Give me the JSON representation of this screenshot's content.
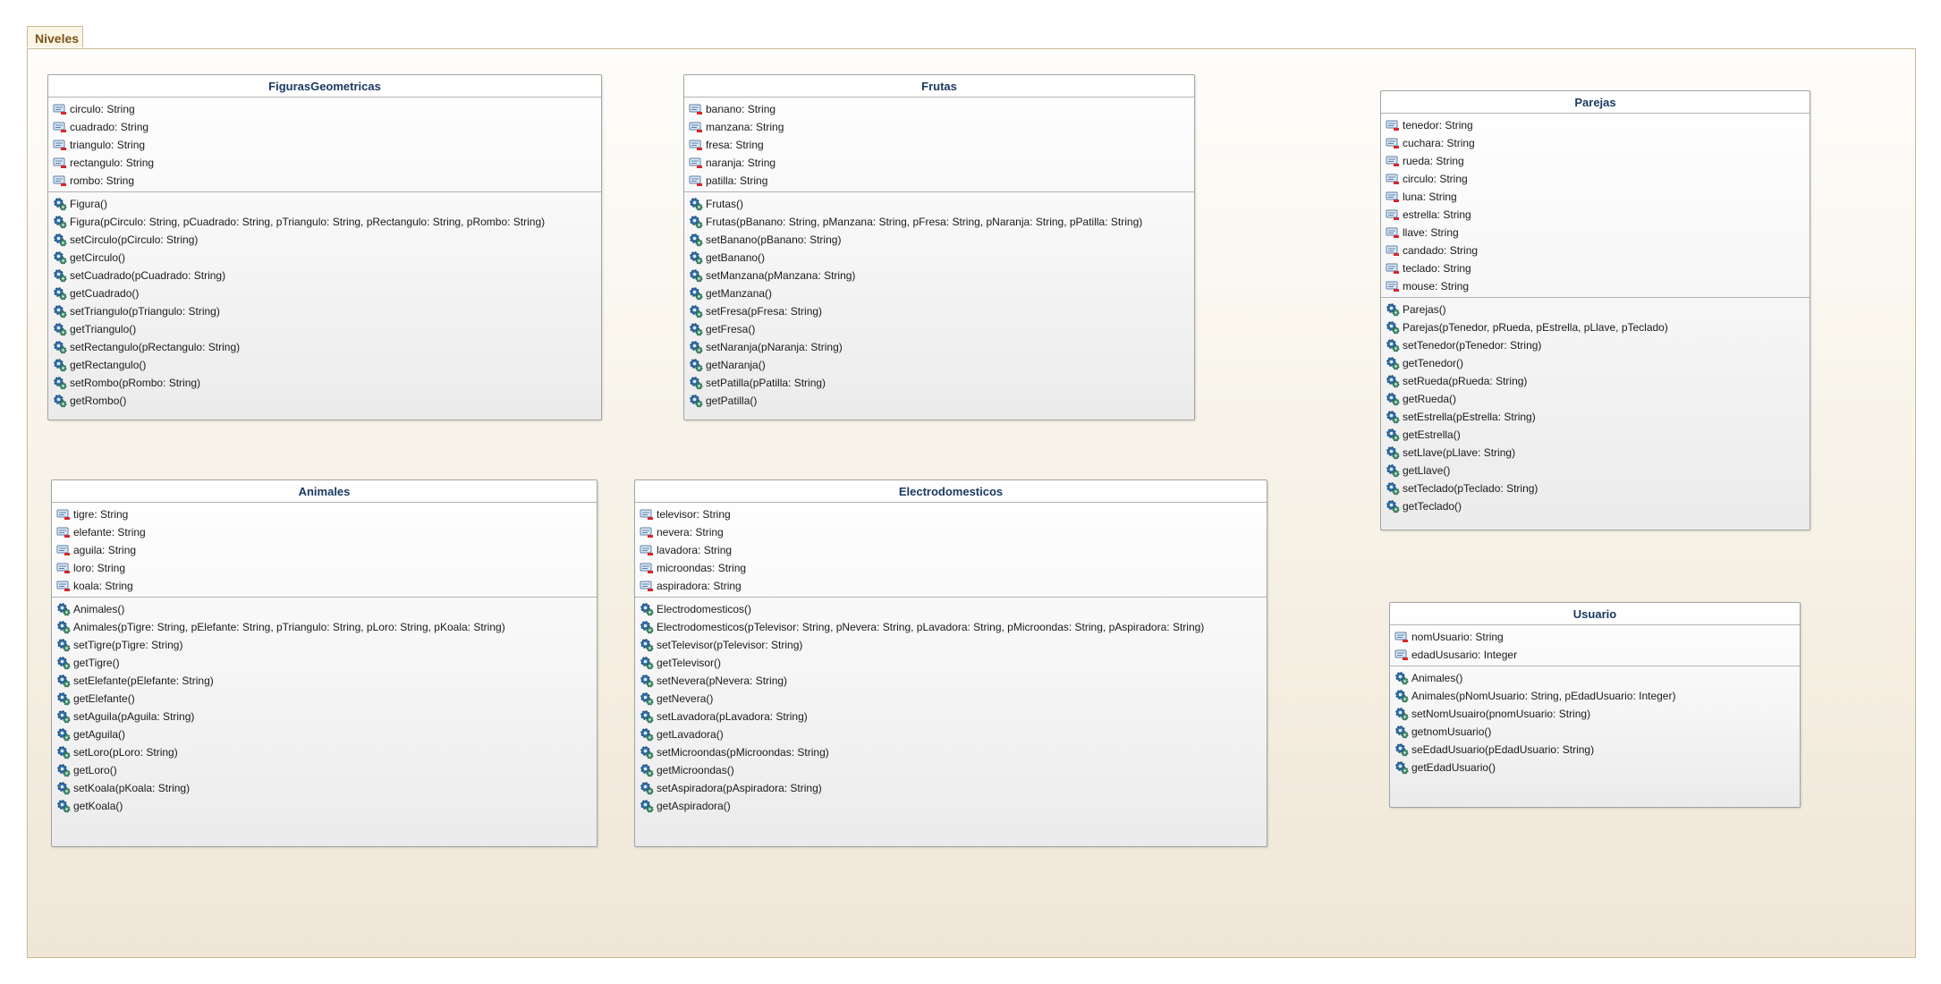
{
  "package": {
    "name": "Niveles"
  },
  "classes": [
    {
      "name": "FigurasGeometricas",
      "attributes": [
        "circulo: String",
        "cuadrado: String",
        "triangulo: String",
        "rectangulo: String",
        "rombo: String"
      ],
      "operations": [
        "Figura()",
        "Figura(pCirculo: String, pCuadrado: String, pTriangulo: String, pRectangulo: String, pRombo: String)",
        "setCirculo(pCirculo: String)",
        "getCirculo()",
        "setCuadrado(pCuadrado: String)",
        "getCuadrado()",
        "setTriangulo(pTriangulo: String)",
        "getTriangulo()",
        "setRectangulo(pRectangulo: String)",
        "getRectangulo()",
        "setRombo(pRombo: String)",
        "getRombo()"
      ]
    },
    {
      "name": "Frutas",
      "attributes": [
        "banano: String",
        "manzana: String",
        "fresa: String",
        "naranja: String",
        "patilla: String"
      ],
      "operations": [
        "Frutas()",
        "Frutas(pBanano: String, pManzana: String, pFresa: String, pNaranja: String, pPatilla: String)",
        "setBanano(pBanano: String)",
        "getBanano()",
        "setManzana(pManzana: String)",
        "getManzana()",
        "setFresa(pFresa: String)",
        "getFresa()",
        "setNaranja(pNaranja: String)",
        "getNaranja()",
        "setPatilla(pPatilla: String)",
        "getPatilla()"
      ]
    },
    {
      "name": "Parejas",
      "attributes": [
        "tenedor: String",
        "cuchara: String",
        "rueda: String",
        "circulo: String",
        "luna: String",
        "estrella: String",
        "llave: String",
        "candado: String",
        "teclado: String",
        "mouse: String"
      ],
      "operations": [
        "Parejas()",
        "Parejas(pTenedor, pRueda, pEstrella, pLlave, pTeclado)",
        "setTenedor(pTenedor: String)",
        "getTenedor()",
        "setRueda(pRueda: String)",
        "getRueda()",
        "setEstrella(pEstrella: String)",
        "getEstrella()",
        "setLlave(pLlave: String)",
        "getLlave()",
        "setTeclado(pTeclado: String)",
        "getTeclado()"
      ]
    },
    {
      "name": "Animales",
      "attributes": [
        "tigre: String",
        "elefante: String",
        "aguila: String",
        "loro: String",
        "koala: String"
      ],
      "operations": [
        "Animales()",
        "Animales(pTigre: String, pElefante: String, pTriangulo: String, pLoro: String, pKoala: String)",
        "setTigre(pTigre: String)",
        "getTigre()",
        "setElefante(pElefante: String)",
        "getElefante()",
        "setAguila(pAguila: String)",
        "getAguila()",
        "setLoro(pLoro: String)",
        "getLoro()",
        "setKoala(pKoala: String)",
        "getKoala()"
      ]
    },
    {
      "name": "Electrodomesticos",
      "attributes": [
        "televisor: String",
        "nevera: String",
        "lavadora: String",
        "microondas: String",
        "aspiradora: String"
      ],
      "operations": [
        "Electrodomesticos()",
        "Electrodomesticos(pTelevisor: String, pNevera: String, pLavadora: String, pMicroondas: String, pAspiradora: String)",
        "setTelevisor(pTelevisor: String)",
        "getTelevisor()",
        "setNevera(pNevera: String)",
        "getNevera()",
        "setLavadora(pLavadora: String)",
        "getLavadora()",
        "setMicroondas(pMicroondas: String)",
        "getMicroondas()",
        "setAspiradora(pAspiradora: String)",
        "getAspiradora()"
      ]
    },
    {
      "name": "Usuario",
      "attributes": [
        "nomUsuario: String",
        "edadUsusario: Integer"
      ],
      "operations": [
        "Animales()",
        "Animales(pNomUsuario: String, pEdadUsuario: Integer)",
        "setNomUsuairo(pnomUsuario: String)",
        "getnomUsuario()",
        "seEdadUsuario(pEdadUsuario: String)",
        "getEdadUsuario()"
      ]
    }
  ]
}
